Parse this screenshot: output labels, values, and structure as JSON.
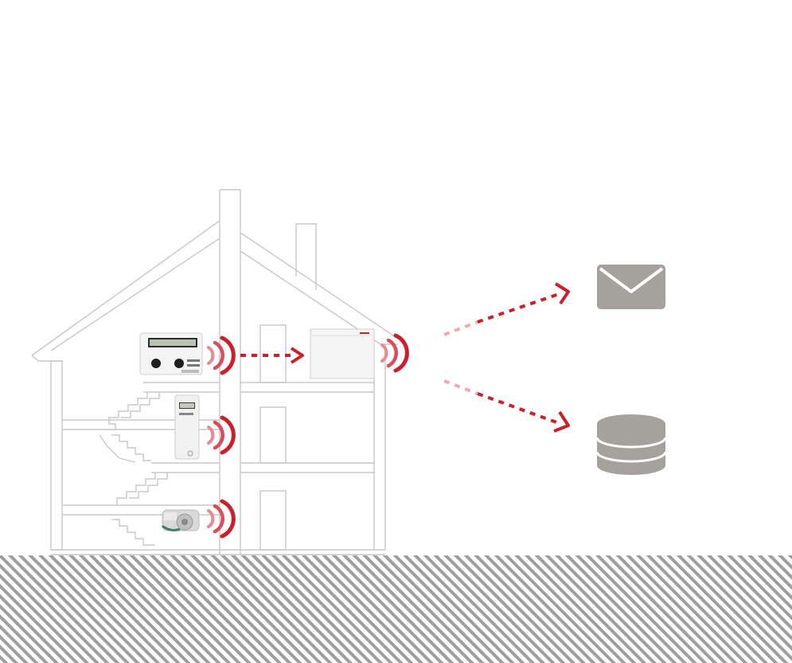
{
  "colors": {
    "signal": "#cc1f2a",
    "icon": "#a5a29e",
    "line": "#c8c8c8",
    "ground_hatch": "#9e9e9e"
  },
  "devices": [
    {
      "name": "heat-meter",
      "icon": "heat-meter-icon"
    },
    {
      "name": "heat-cost-allocator",
      "icon": "heat-cost-allocator-icon"
    },
    {
      "name": "water-meter",
      "icon": "water-meter-icon"
    },
    {
      "name": "gateway",
      "icon": "gateway-icon"
    }
  ],
  "destinations": [
    {
      "name": "email",
      "icon": "envelope-icon"
    },
    {
      "name": "database",
      "icon": "database-icon"
    }
  ]
}
